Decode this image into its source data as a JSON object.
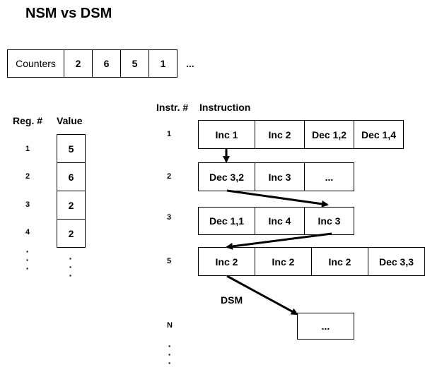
{
  "title": "NSM vs DSM",
  "counters": {
    "label": "Counters",
    "values": [
      "2",
      "6",
      "5",
      "1"
    ],
    "more": "..."
  },
  "registers": {
    "header_reg": "Reg. #",
    "header_value": "Value",
    "numbers": [
      "1",
      "2",
      "3",
      "4"
    ],
    "values": [
      "5",
      "6",
      "2",
      "2"
    ],
    "reg_ellipsis": [
      "·",
      "·",
      "·"
    ],
    "value_ellipsis": [
      "·",
      "·",
      "·"
    ]
  },
  "instructions": {
    "header_instr": "Instr. #",
    "header_instruction": "Instruction",
    "rows": [
      {
        "number": "1",
        "cells": [
          "Inc 1",
          "Inc 2",
          "Dec 1,2",
          "Dec 1,4"
        ]
      },
      {
        "number": "2",
        "cells": [
          "Dec 3,2",
          "Inc 3",
          "..."
        ]
      },
      {
        "number": "3",
        "cells": [
          "Dec 1,1",
          "Inc 4",
          "Inc 3"
        ]
      },
      {
        "number": "5",
        "cells": [
          "Inc 2",
          "Inc 2",
          "Inc 2",
          "Dec 3,3"
        ]
      },
      {
        "number": "N",
        "cells": [
          "..."
        ]
      }
    ],
    "dsm_label": "DSM",
    "instr_ellipsis": [
      "·",
      "·",
      "·"
    ]
  }
}
